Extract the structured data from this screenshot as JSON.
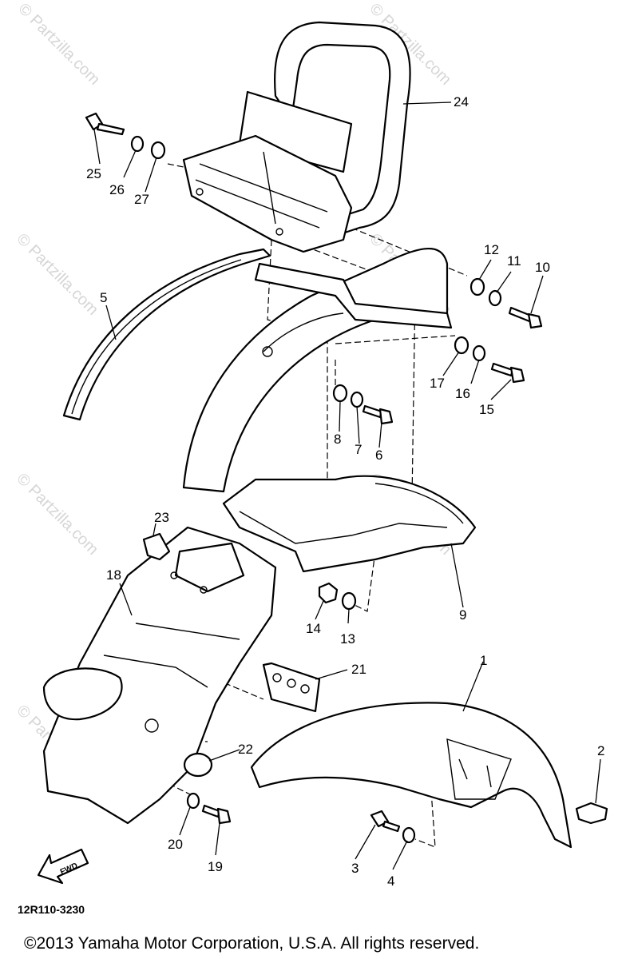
{
  "diagram": {
    "code": "12R110-3230",
    "direction_label": "FWD",
    "copyright": "©2013 Yamaha Motor Corporation, U.S.A. All rights reserved.",
    "watermark": "© Partzilla.com",
    "callouts": [
      "1",
      "2",
      "3",
      "4",
      "5",
      "6",
      "7",
      "8",
      "9",
      "10",
      "11",
      "12",
      "13",
      "14",
      "15",
      "16",
      "17",
      "18",
      "19",
      "20",
      "21",
      "22",
      "23",
      "24",
      "25",
      "26",
      "27"
    ]
  }
}
